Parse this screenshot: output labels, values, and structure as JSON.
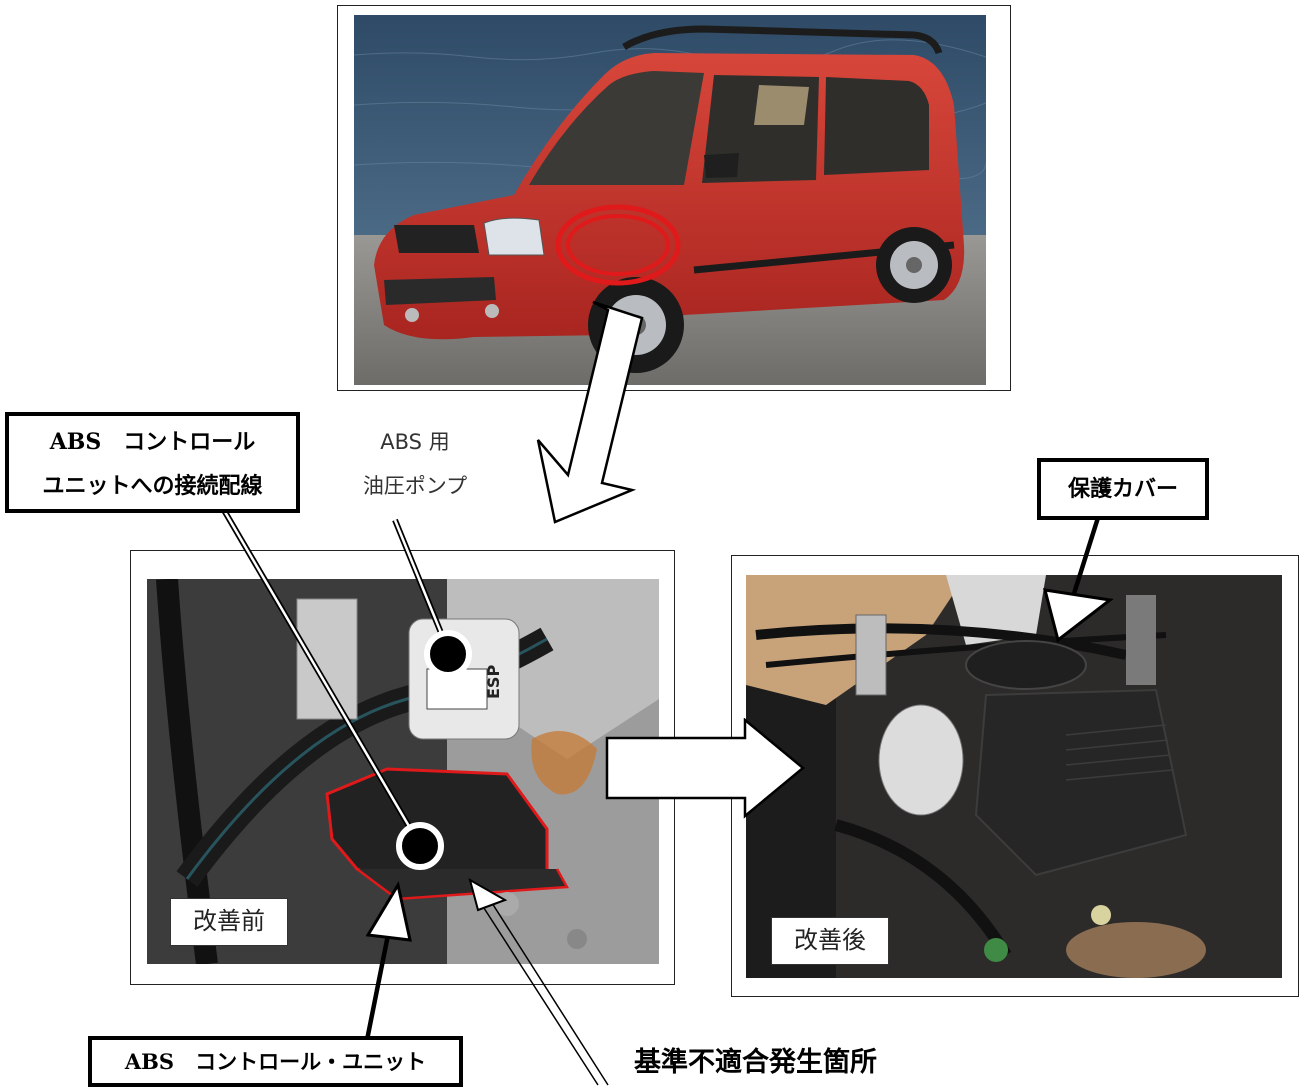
{
  "labels": {
    "wiring_line1": "ABS　コントロール",
    "wiring_line2": "ユニットへの接続配線",
    "pump_line1": "ABS 用",
    "pump_line2": "油圧ポンプ",
    "cover": "保護カバー",
    "before": "改善前",
    "after": "改善後",
    "control_unit": "ABS　コントロール・ユニット",
    "defect_location": "基準不適合発生箇所"
  },
  "photo_texts": {
    "sticker_code": "ESP"
  },
  "colors": {
    "car_body": "#c8302a",
    "highlight": "#e0191b",
    "sea": "#3c5a78"
  }
}
